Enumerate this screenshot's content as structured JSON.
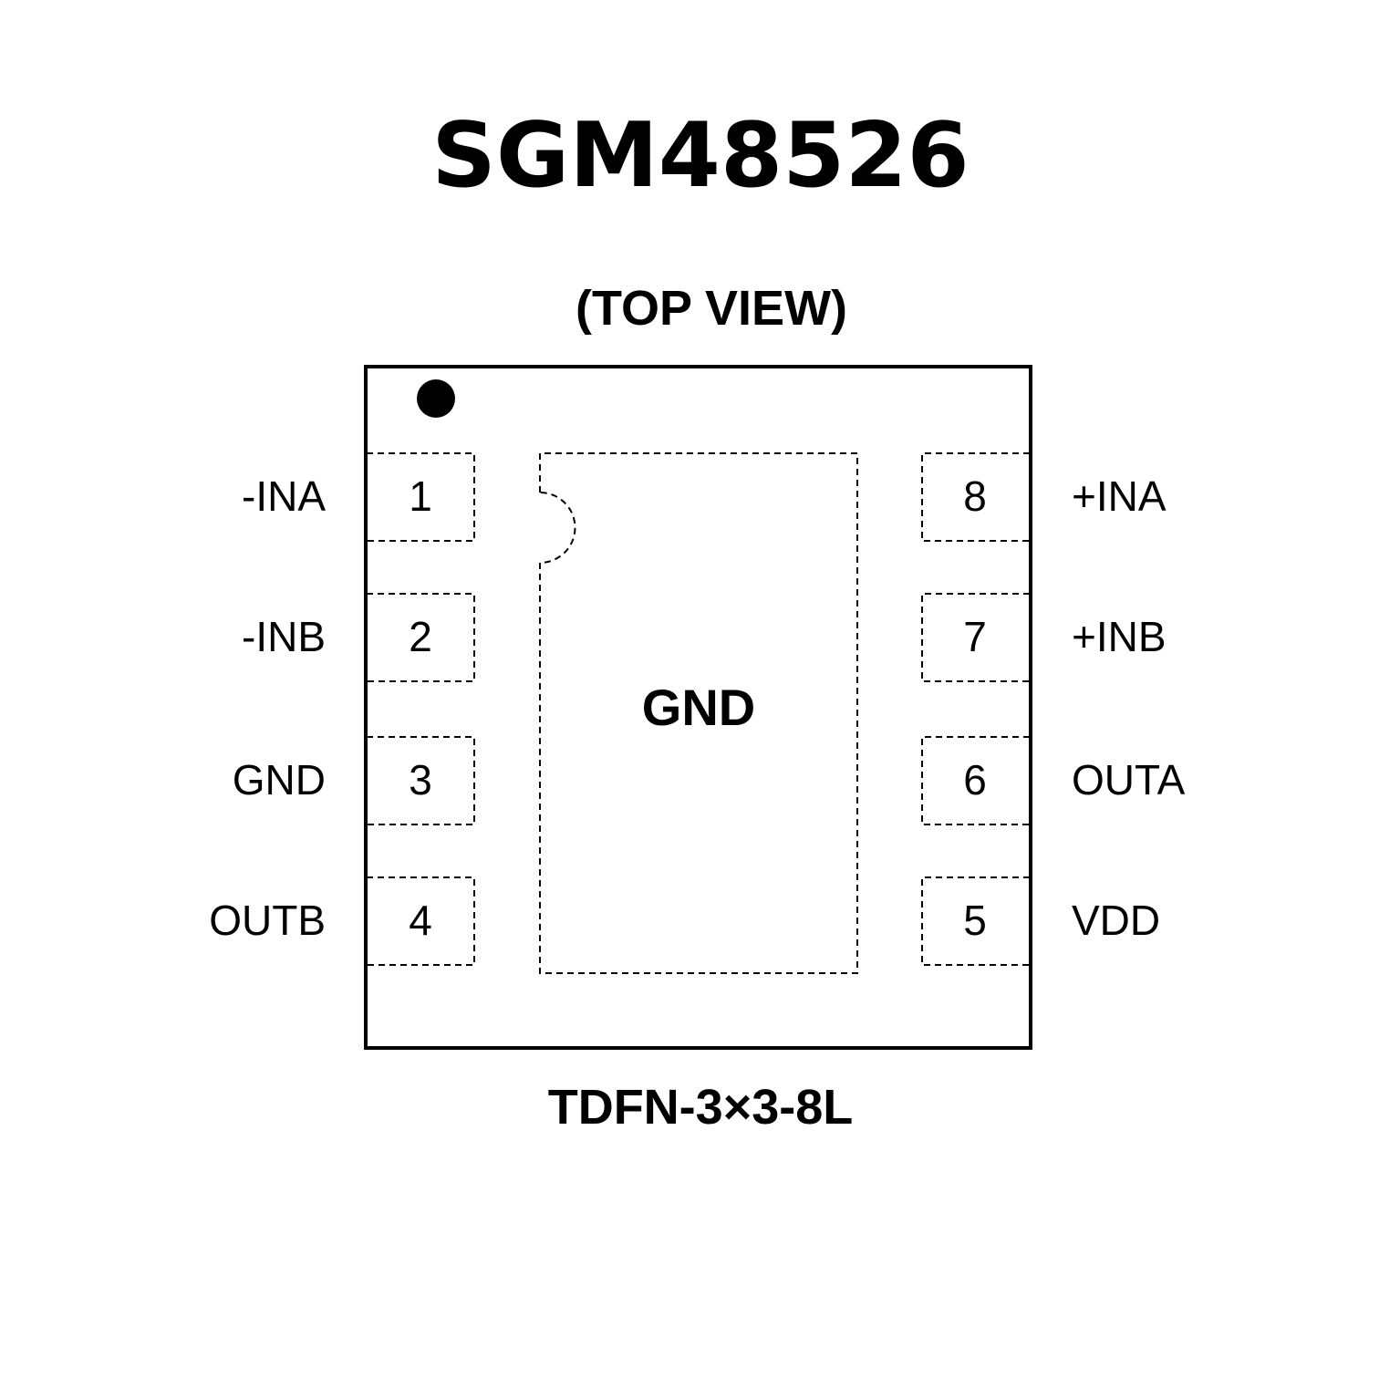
{
  "title": "SGM48526",
  "view_label": "(TOP VIEW)",
  "exposed_pad_label": "GND",
  "package_label": "TDFN-3×3-8L",
  "left_pins": [
    {
      "number": "1",
      "name": "-INA"
    },
    {
      "number": "2",
      "name": "-INB"
    },
    {
      "number": "3",
      "name": "GND"
    },
    {
      "number": "4",
      "name": "OUTB"
    }
  ],
  "right_pins": [
    {
      "number": "8",
      "name": "+INA"
    },
    {
      "number": "7",
      "name": "+INB"
    },
    {
      "number": "6",
      "name": "OUTA"
    },
    {
      "number": "5",
      "name": "VDD"
    }
  ]
}
